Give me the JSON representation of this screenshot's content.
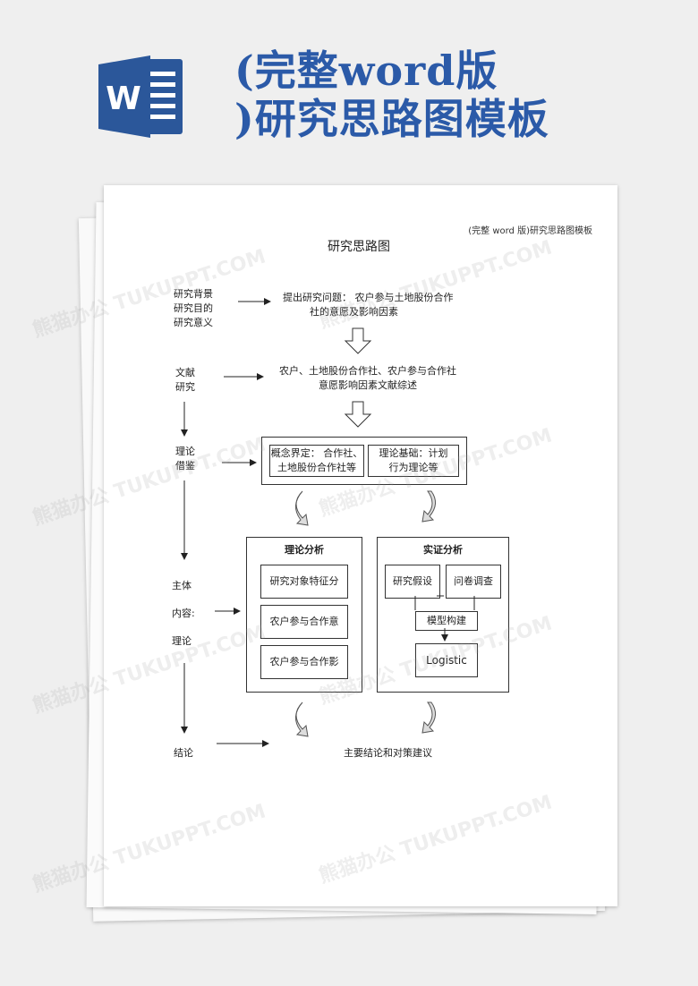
{
  "banner": {
    "title_line1": "(完整word版",
    "title_line2": ")研究思路图模板",
    "word_icon_letter": "W"
  },
  "document": {
    "header_note": "(完整 word 版)研究思路图模板",
    "title": "研究思路图",
    "left_column": {
      "background": [
        "研究背景",
        "研究目的",
        "研究意义"
      ],
      "literature": [
        "文献",
        "研究"
      ],
      "theory": [
        "理论",
        "借鉴"
      ],
      "main": [
        "主体",
        "内容:",
        "理论"
      ],
      "conclusion": "结论"
    },
    "right_column": {
      "question_line1": "提出研究问题：  农户参与土地股份合作",
      "question_line2": "社的意愿及影响因素",
      "review_line1": "农户、土地股份合作社、农户参与合作社",
      "review_line2": "意愿影响因素文献综述",
      "concept_line1": "概念界定：  合作社、",
      "concept_line2": "土地股份合作社等",
      "basis_line1": "理论基础：计划",
      "basis_line2": "行为理论等",
      "theory_analysis": {
        "title": "理论分析",
        "items": [
          "研究对象特征分",
          "农户参与合作意",
          "农户参与合作影"
        ]
      },
      "empirical_analysis": {
        "title": "实证分析",
        "hypothesis": "研究假设",
        "survey": "问卷调查",
        "model": "模型构建",
        "logistic": "Logistic"
      },
      "conclusion": "主要结论和对策建议"
    }
  },
  "watermark_text": "熊猫办公 TUKUPPT.COM",
  "colors": {
    "title_blue": "#2b5aa8",
    "icon_blue": "#2b579a"
  }
}
